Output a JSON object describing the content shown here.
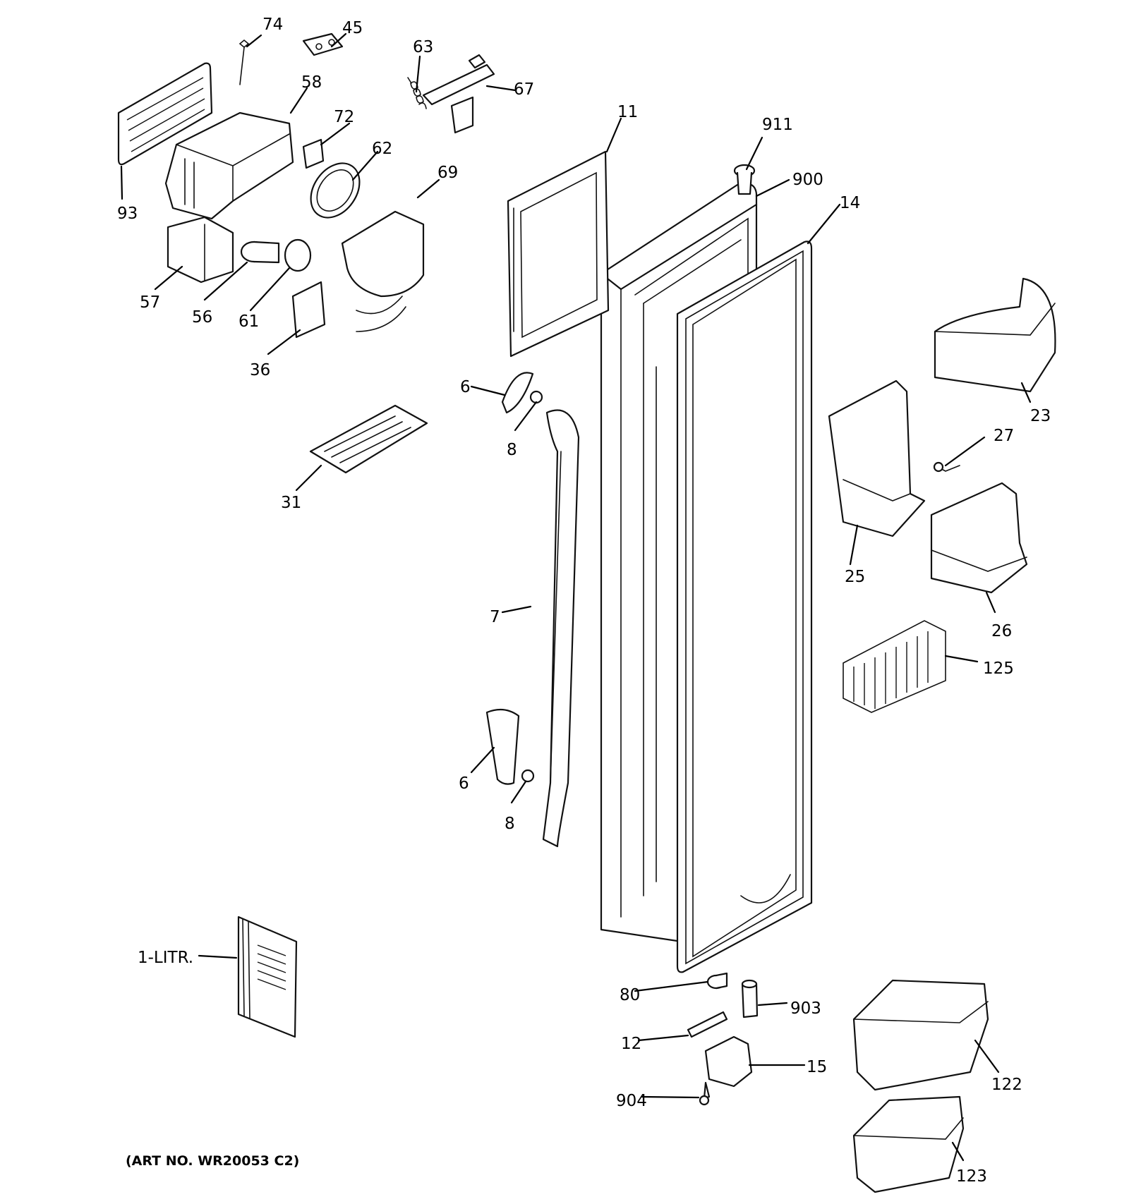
{
  "callouts": [
    {
      "id": "c74",
      "text": "74"
    },
    {
      "id": "c45",
      "text": "45"
    },
    {
      "id": "c63",
      "text": "63"
    },
    {
      "id": "c67",
      "text": "67"
    },
    {
      "id": "c58",
      "text": "58"
    },
    {
      "id": "c72",
      "text": "72"
    },
    {
      "id": "c62",
      "text": "62"
    },
    {
      "id": "c69",
      "text": "69"
    },
    {
      "id": "c93",
      "text": "93"
    },
    {
      "id": "c57",
      "text": "57"
    },
    {
      "id": "c56",
      "text": "56"
    },
    {
      "id": "c61",
      "text": "61"
    },
    {
      "id": "c36",
      "text": "36"
    },
    {
      "id": "c11",
      "text": "11"
    },
    {
      "id": "c911",
      "text": "911"
    },
    {
      "id": "c900",
      "text": "900"
    },
    {
      "id": "c14",
      "text": "14"
    },
    {
      "id": "c23",
      "text": "23"
    },
    {
      "id": "c27",
      "text": "27"
    },
    {
      "id": "c25",
      "text": "25"
    },
    {
      "id": "c26",
      "text": "26"
    },
    {
      "id": "c125",
      "text": "125"
    },
    {
      "id": "c6a",
      "text": "6"
    },
    {
      "id": "c8a",
      "text": "8"
    },
    {
      "id": "c31",
      "text": "31"
    },
    {
      "id": "c7",
      "text": "7"
    },
    {
      "id": "c6b",
      "text": "6"
    },
    {
      "id": "c8b",
      "text": "8"
    },
    {
      "id": "c1litr",
      "text": "1-LITR."
    },
    {
      "id": "c80",
      "text": "80"
    },
    {
      "id": "c903",
      "text": "903"
    },
    {
      "id": "c12",
      "text": "12"
    },
    {
      "id": "c15",
      "text": "15"
    },
    {
      "id": "c904",
      "text": "904"
    },
    {
      "id": "c122",
      "text": "122"
    },
    {
      "id": "c123",
      "text": "123"
    }
  ],
  "art_number": "(ART NO. WR20053 C2)"
}
